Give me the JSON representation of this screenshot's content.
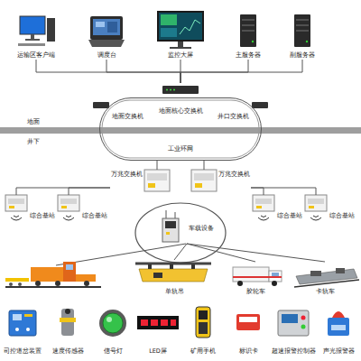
{
  "diagram": {
    "nodes": [
      {
        "text": [
          "运输区客户端"
        ]
      },
      {
        "text": [
          "调度台"
        ]
      },
      {
        "text": [
          "监控大屏"
        ]
      },
      {
        "text": [
          "主服务器"
        ]
      },
      {
        "text": [
          "副服务器"
        ]
      },
      {
        "text": [
          "地面核心交换机"
        ]
      },
      {
        "text": [
          "地面交换机"
        ]
      },
      {
        "text": [
          "井口交换机"
        ]
      },
      {
        "text": [
          "工业环网"
        ]
      },
      {
        "text": [
          "万兆交换机"
        ]
      },
      {
        "text": [
          "万兆交换机"
        ]
      },
      {
        "text": [
          "综合基站"
        ]
      },
      {
        "text": [
          "综合基站"
        ]
      },
      {
        "text": [
          "综合基站"
        ]
      },
      {
        "text": [
          "综合基站"
        ]
      },
      {
        "text": [
          "车载设备"
        ]
      },
      {
        "text": [
          "单轨吊"
        ]
      },
      {
        "text": [
          "胶轮车"
        ]
      },
      {
        "text": [
          "卡轨车"
        ]
      },
      {
        "text": [
          "司控道岔装置"
        ]
      },
      {
        "text": [
          "速度传感器"
        ]
      },
      {
        "text": [
          "信号灯"
        ]
      },
      {
        "text": [
          "LED屏"
        ]
      },
      {
        "text": [
          "矿用手机"
        ]
      },
      {
        "text": [
          "标识卡"
        ]
      },
      {
        "text": [
          "超速报警控制器"
        ]
      },
      {
        "text": [
          "声光报警器"
        ]
      }
    ],
    "edges": [
      {
        "from": 0,
        "to": 5,
        "arrow": "none"
      },
      {
        "from": 1,
        "to": 5,
        "arrow": "none"
      },
      {
        "from": 2,
        "to": 5,
        "arrow": "none"
      },
      {
        "from": 3,
        "to": 5,
        "arrow": "none"
      },
      {
        "from": 4,
        "to": 5,
        "arrow": "none"
      },
      {
        "from": 8,
        "to": 9,
        "arrow": "none"
      },
      {
        "from": 8,
        "to": 10,
        "arrow": "none"
      },
      {
        "from": 9,
        "to": 11,
        "arrow": "none"
      },
      {
        "from": 9,
        "to": 12,
        "arrow": "none"
      },
      {
        "from": 10,
        "to": 13,
        "arrow": "none"
      },
      {
        "from": 10,
        "to": 14,
        "arrow": "none"
      },
      {
        "from": 15,
        "to": 16,
        "arrow": "none"
      },
      {
        "from": 15,
        "to": 17,
        "arrow": "none"
      },
      {
        "from": 15,
        "to": 18,
        "arrow": "none"
      }
    ],
    "labels": [
      "地面",
      "井下"
    ]
  }
}
